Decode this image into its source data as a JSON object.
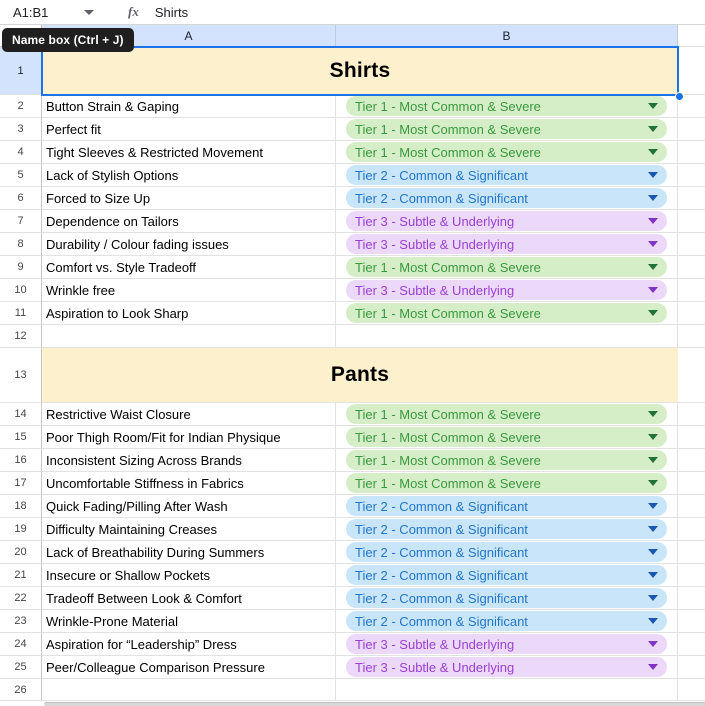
{
  "toolbar": {
    "name_box_value": "A1:B1",
    "fx_label": "fx",
    "formula_bar_value": "Shirts"
  },
  "tooltip": {
    "text": "Name box (Ctrl + J)"
  },
  "colors": {
    "selection_accent": "#1a73e8",
    "selected_header_bg": "#d3e3fd",
    "section_bg": "#fdf0cc",
    "grid_line": "#e2e2e2"
  },
  "sheet": {
    "columns": [
      {
        "label": "A"
      },
      {
        "label": "B"
      }
    ],
    "tiers": {
      "tier1": {
        "label": "Tier 1 - Most Common & Severe",
        "bg": "#d6eec7",
        "text": "#38993f",
        "arrow": "#21713a"
      },
      "tier2": {
        "label": "Tier 2 - Common & Significant",
        "bg": "#c9e5f9",
        "text": "#2277c8",
        "arrow": "#1958b0"
      },
      "tier3": {
        "label": "Tier 3 - Subtle & Underlying",
        "bg": "#ecd8f8",
        "text": "#9a41d3",
        "arrow": "#8033c4"
      }
    },
    "rows": [
      {
        "num": 1,
        "type": "section",
        "a": "Shirts",
        "tier": null
      },
      {
        "num": 2,
        "type": "item",
        "a": "Button Strain & Gaping",
        "tier": "tier1"
      },
      {
        "num": 3,
        "type": "item",
        "a": "Perfect fit",
        "tier": "tier1"
      },
      {
        "num": 4,
        "type": "item",
        "a": "Tight Sleeves & Restricted Movement",
        "tier": "tier1"
      },
      {
        "num": 5,
        "type": "item",
        "a": "Lack of Stylish Options",
        "tier": "tier2"
      },
      {
        "num": 6,
        "type": "item",
        "a": "Forced to Size Up",
        "tier": "tier2"
      },
      {
        "num": 7,
        "type": "item",
        "a": "Dependence on Tailors",
        "tier": "tier3"
      },
      {
        "num": 8,
        "type": "item",
        "a": "Durability / Colour fading issues",
        "tier": "tier3"
      },
      {
        "num": 9,
        "type": "item",
        "a": "Comfort vs. Style Tradeoff",
        "tier": "tier1"
      },
      {
        "num": 10,
        "type": "item",
        "a": "Wrinkle free",
        "tier": "tier3"
      },
      {
        "num": 11,
        "type": "item",
        "a": "Aspiration to Look Sharp",
        "tier": "tier1"
      },
      {
        "num": 12,
        "type": "empty",
        "a": "",
        "tier": null
      },
      {
        "num": 13,
        "type": "section",
        "a": "Pants",
        "tier": null
      },
      {
        "num": 14,
        "type": "item",
        "a": "Restrictive Waist Closure",
        "tier": "tier1"
      },
      {
        "num": 15,
        "type": "item",
        "a": "Poor Thigh Room/Fit for Indian Physique",
        "tier": "tier1"
      },
      {
        "num": 16,
        "type": "item",
        "a": "Inconsistent Sizing Across Brands",
        "tier": "tier1"
      },
      {
        "num": 17,
        "type": "item",
        "a": "Uncomfortable Stiffness in Fabrics",
        "tier": "tier1"
      },
      {
        "num": 18,
        "type": "item",
        "a": "Quick Fading/Pilling After Wash",
        "tier": "tier2"
      },
      {
        "num": 19,
        "type": "item",
        "a": "Difficulty Maintaining Creases",
        "tier": "tier2"
      },
      {
        "num": 20,
        "type": "item",
        "a": "Lack of Breathability During Summers",
        "tier": "tier2"
      },
      {
        "num": 21,
        "type": "item",
        "a": "Insecure or Shallow Pockets",
        "tier": "tier2"
      },
      {
        "num": 22,
        "type": "item",
        "a": "Tradeoff Between Look & Comfort",
        "tier": "tier2"
      },
      {
        "num": 23,
        "type": "item",
        "a": "Wrinkle-Prone Material",
        "tier": "tier2"
      },
      {
        "num": 24,
        "type": "item",
        "a": "Aspiration for “Leadership” Dress",
        "tier": "tier3"
      },
      {
        "num": 25,
        "type": "item",
        "a": "Peer/Colleague Comparison Pressure",
        "tier": "tier3"
      },
      {
        "num": 26,
        "type": "empty",
        "a": "",
        "tier": null
      }
    ]
  }
}
